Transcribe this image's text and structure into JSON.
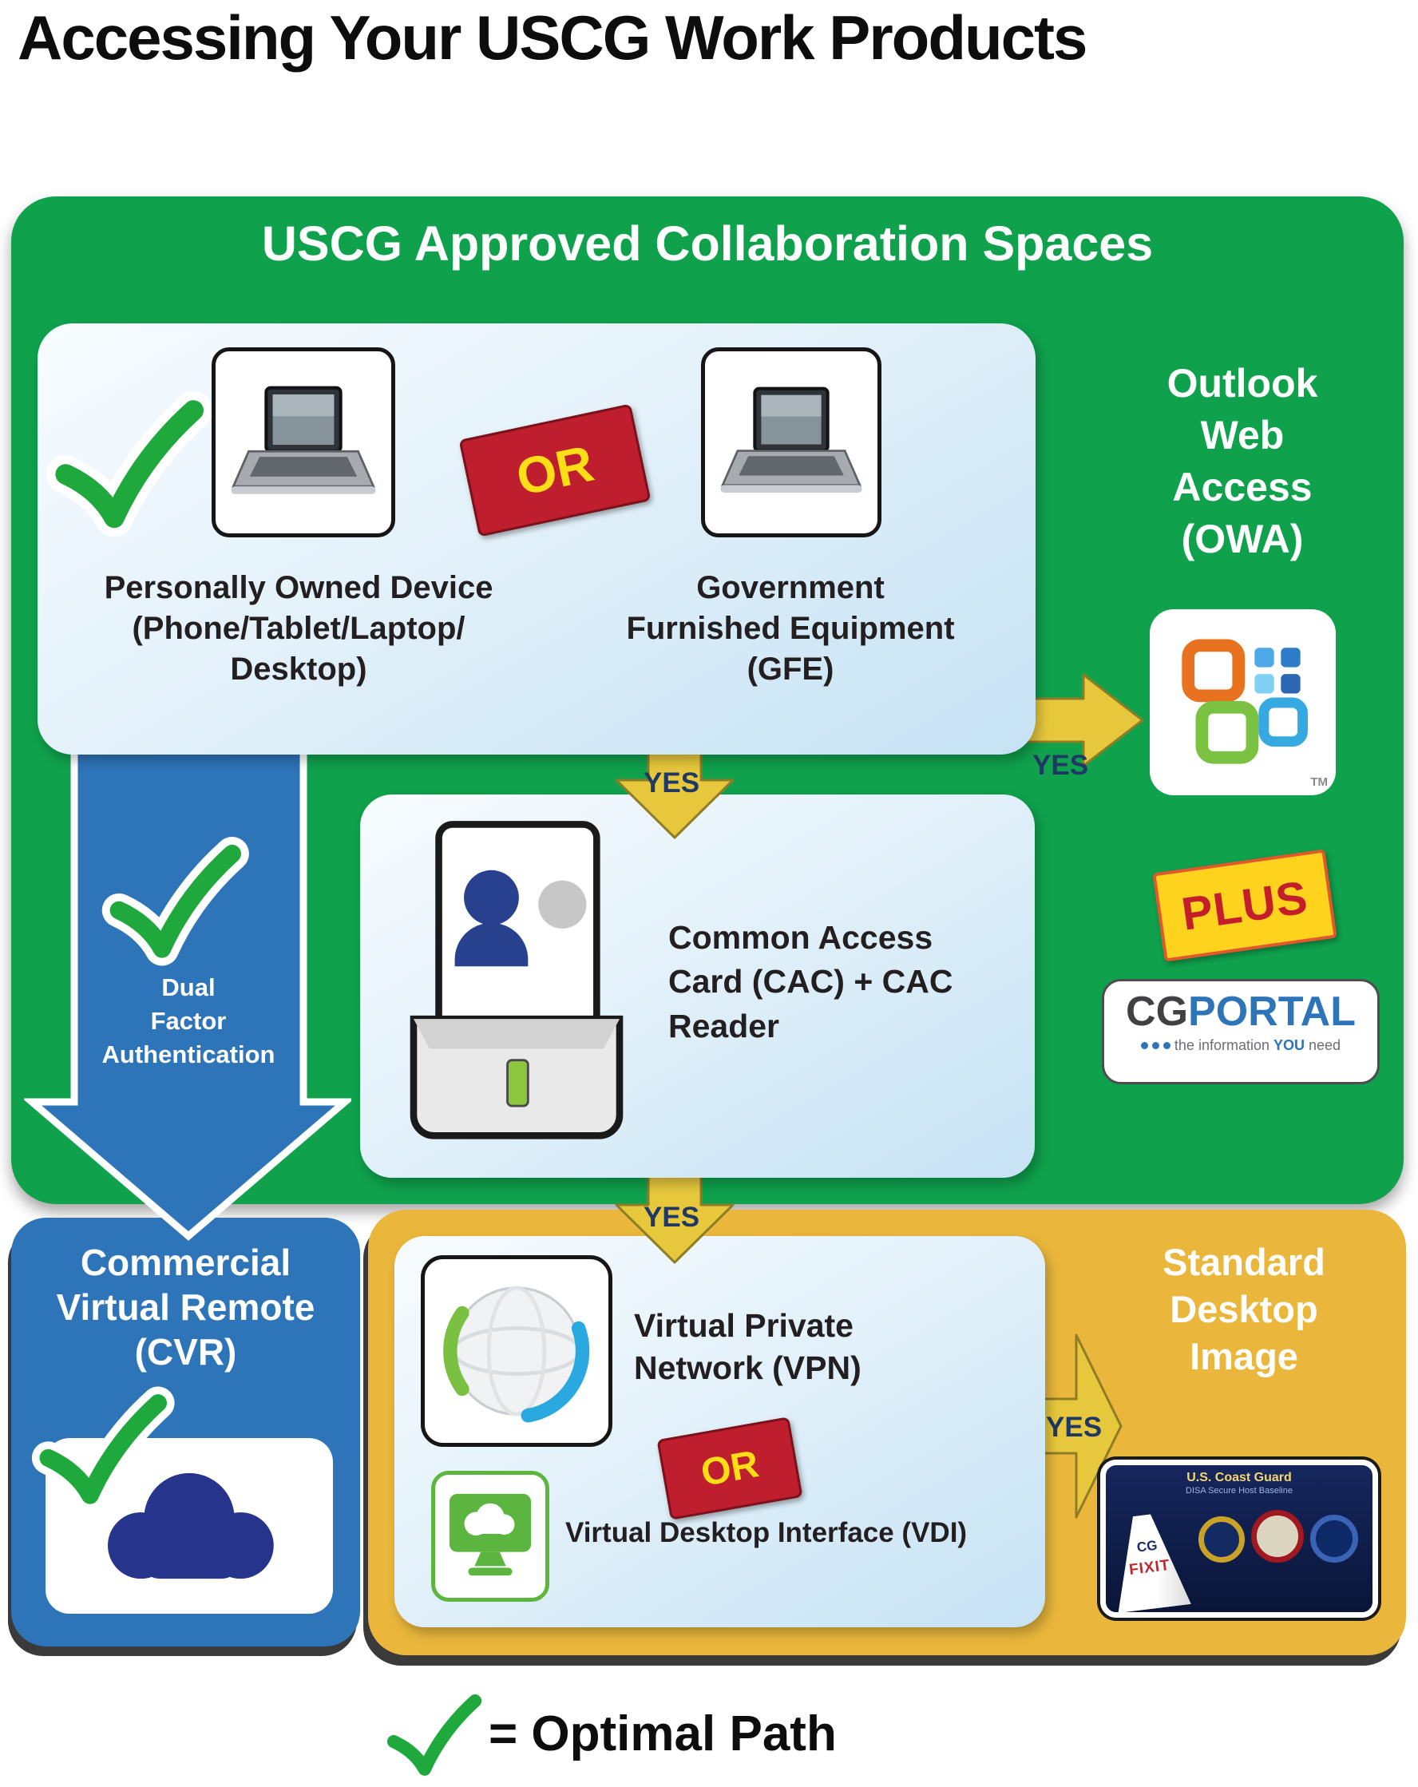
{
  "page_title": "Accessing Your USCG Work Products",
  "labels": {
    "yes": "YES",
    "or": "OR",
    "plus": "PLUS",
    "tm": "TM",
    "optimal_path": "= Optimal Path"
  },
  "green_section": {
    "title": "USCG Approved Collaboration Spaces",
    "personally_owned_device": "Personally Owned Device\n(Phone/Tablet/Laptop/\nDesktop)",
    "government_equipment": "Government\nFurnished Equipment\n(GFE)",
    "outlook_web_access": "Outlook\nWeb\nAccess\n(OWA)",
    "cac_reader": "Common Access\nCard (CAC) + CAC\nReader",
    "dual_factor": "Dual\nFactor\nAuthentication",
    "cgportal": {
      "cg": "CG",
      "portal": "PORTAL",
      "tagline_pre": "the information",
      "tagline_you": "YOU",
      "tagline_post": "need"
    }
  },
  "cvr_section": {
    "title": "Commercial\nVirtual Remote\n(CVR)"
  },
  "remote_access_section": {
    "vpn": "Virtual Private\nNetwork (VPN)",
    "vdi": "Virtual Desktop Interface (VDI)",
    "standard_desktop": "Standard\nDesktop\nImage",
    "desktop_preview": {
      "line1": "U.S. Coast Guard",
      "line2": "DISA Secure Host Baseline",
      "lighthouse_cg": "CG",
      "lighthouse_fixit": "FIXIT"
    }
  },
  "colors": {
    "green": "#0FA14C",
    "blue": "#2E74B8",
    "gold": "#EAB73C",
    "badge_red": "#BE1E2D",
    "badge_yellow_text": "#FFDE17",
    "arrow_yellow": "#E7C83D",
    "yes_navy": "#1F3864",
    "check_green": "#1FA83C"
  }
}
